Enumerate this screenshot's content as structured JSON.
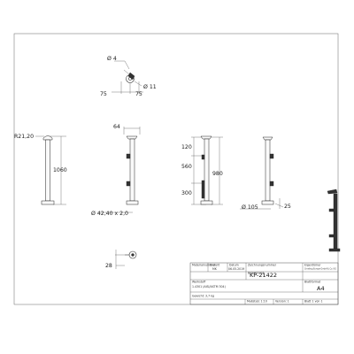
{
  "dimensions": {
    "top_hole_dia": "Ø 4",
    "top_width_1": "75",
    "top_width_2": "75",
    "top_ring_dia": "Ø 11",
    "view1_radius": "R21,20",
    "view1_height": "1060",
    "view2_cap": "64",
    "view2_tube": "Ø 42,40 x 2,0",
    "view3_top": "120",
    "view3_mid": "560",
    "view3_bottom": "300",
    "view3_total": "980",
    "view4_base": "Ø 105",
    "view4_flange": "25",
    "bracket_offset": "28"
  },
  "title_block": {
    "label_material": "Materialnummer",
    "label_created": "Erstellt",
    "label_date": "Datum",
    "label_drawing_no": "Zeichnungsnummer",
    "created_by": "MK",
    "date": "06.05.2019",
    "drawing_no": "KP-21422",
    "label_name": "Benennung",
    "label_owner": "Eigentümer",
    "owner": "Q-railing Europe GmbH & Co. KG",
    "label_format": "Blattformat",
    "format": "A4",
    "label_material2": "Werkstoff",
    "material": "1.4301 (AISI/ASTM 304)",
    "label_weight": "Gewicht: 3,7 kg",
    "label_scale": "Maßstab: 1:10",
    "label_version": "Version: 1",
    "label_sheet": "Blatt 1 von 1"
  }
}
